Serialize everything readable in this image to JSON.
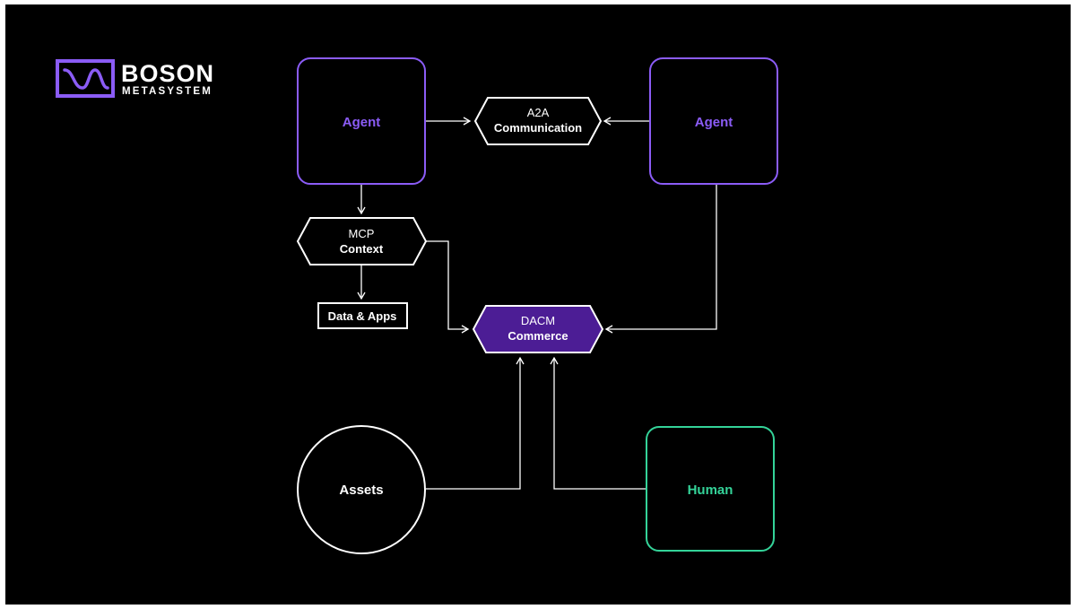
{
  "logo": {
    "wordmark": "BOSON",
    "subtitle": "METASYSTEM",
    "icon": "boson-logo-icon"
  },
  "colors": {
    "background": "#000000",
    "agent": "#8b5cf6",
    "dacm_fill": "#4c1d95",
    "human": "#34d399",
    "line": "#ffffff"
  },
  "nodes": {
    "agent_left": {
      "label": "Agent"
    },
    "agent_right": {
      "label": "Agent"
    },
    "a2a": {
      "line1": "A2A",
      "line2": "Communication"
    },
    "mcp": {
      "line1": "MCP",
      "line2": "Context"
    },
    "data_apps": {
      "label": "Data & Apps"
    },
    "dacm": {
      "line1": "DACM",
      "line2": "Commerce"
    },
    "assets": {
      "label": "Assets"
    },
    "human": {
      "label": "Human"
    }
  }
}
